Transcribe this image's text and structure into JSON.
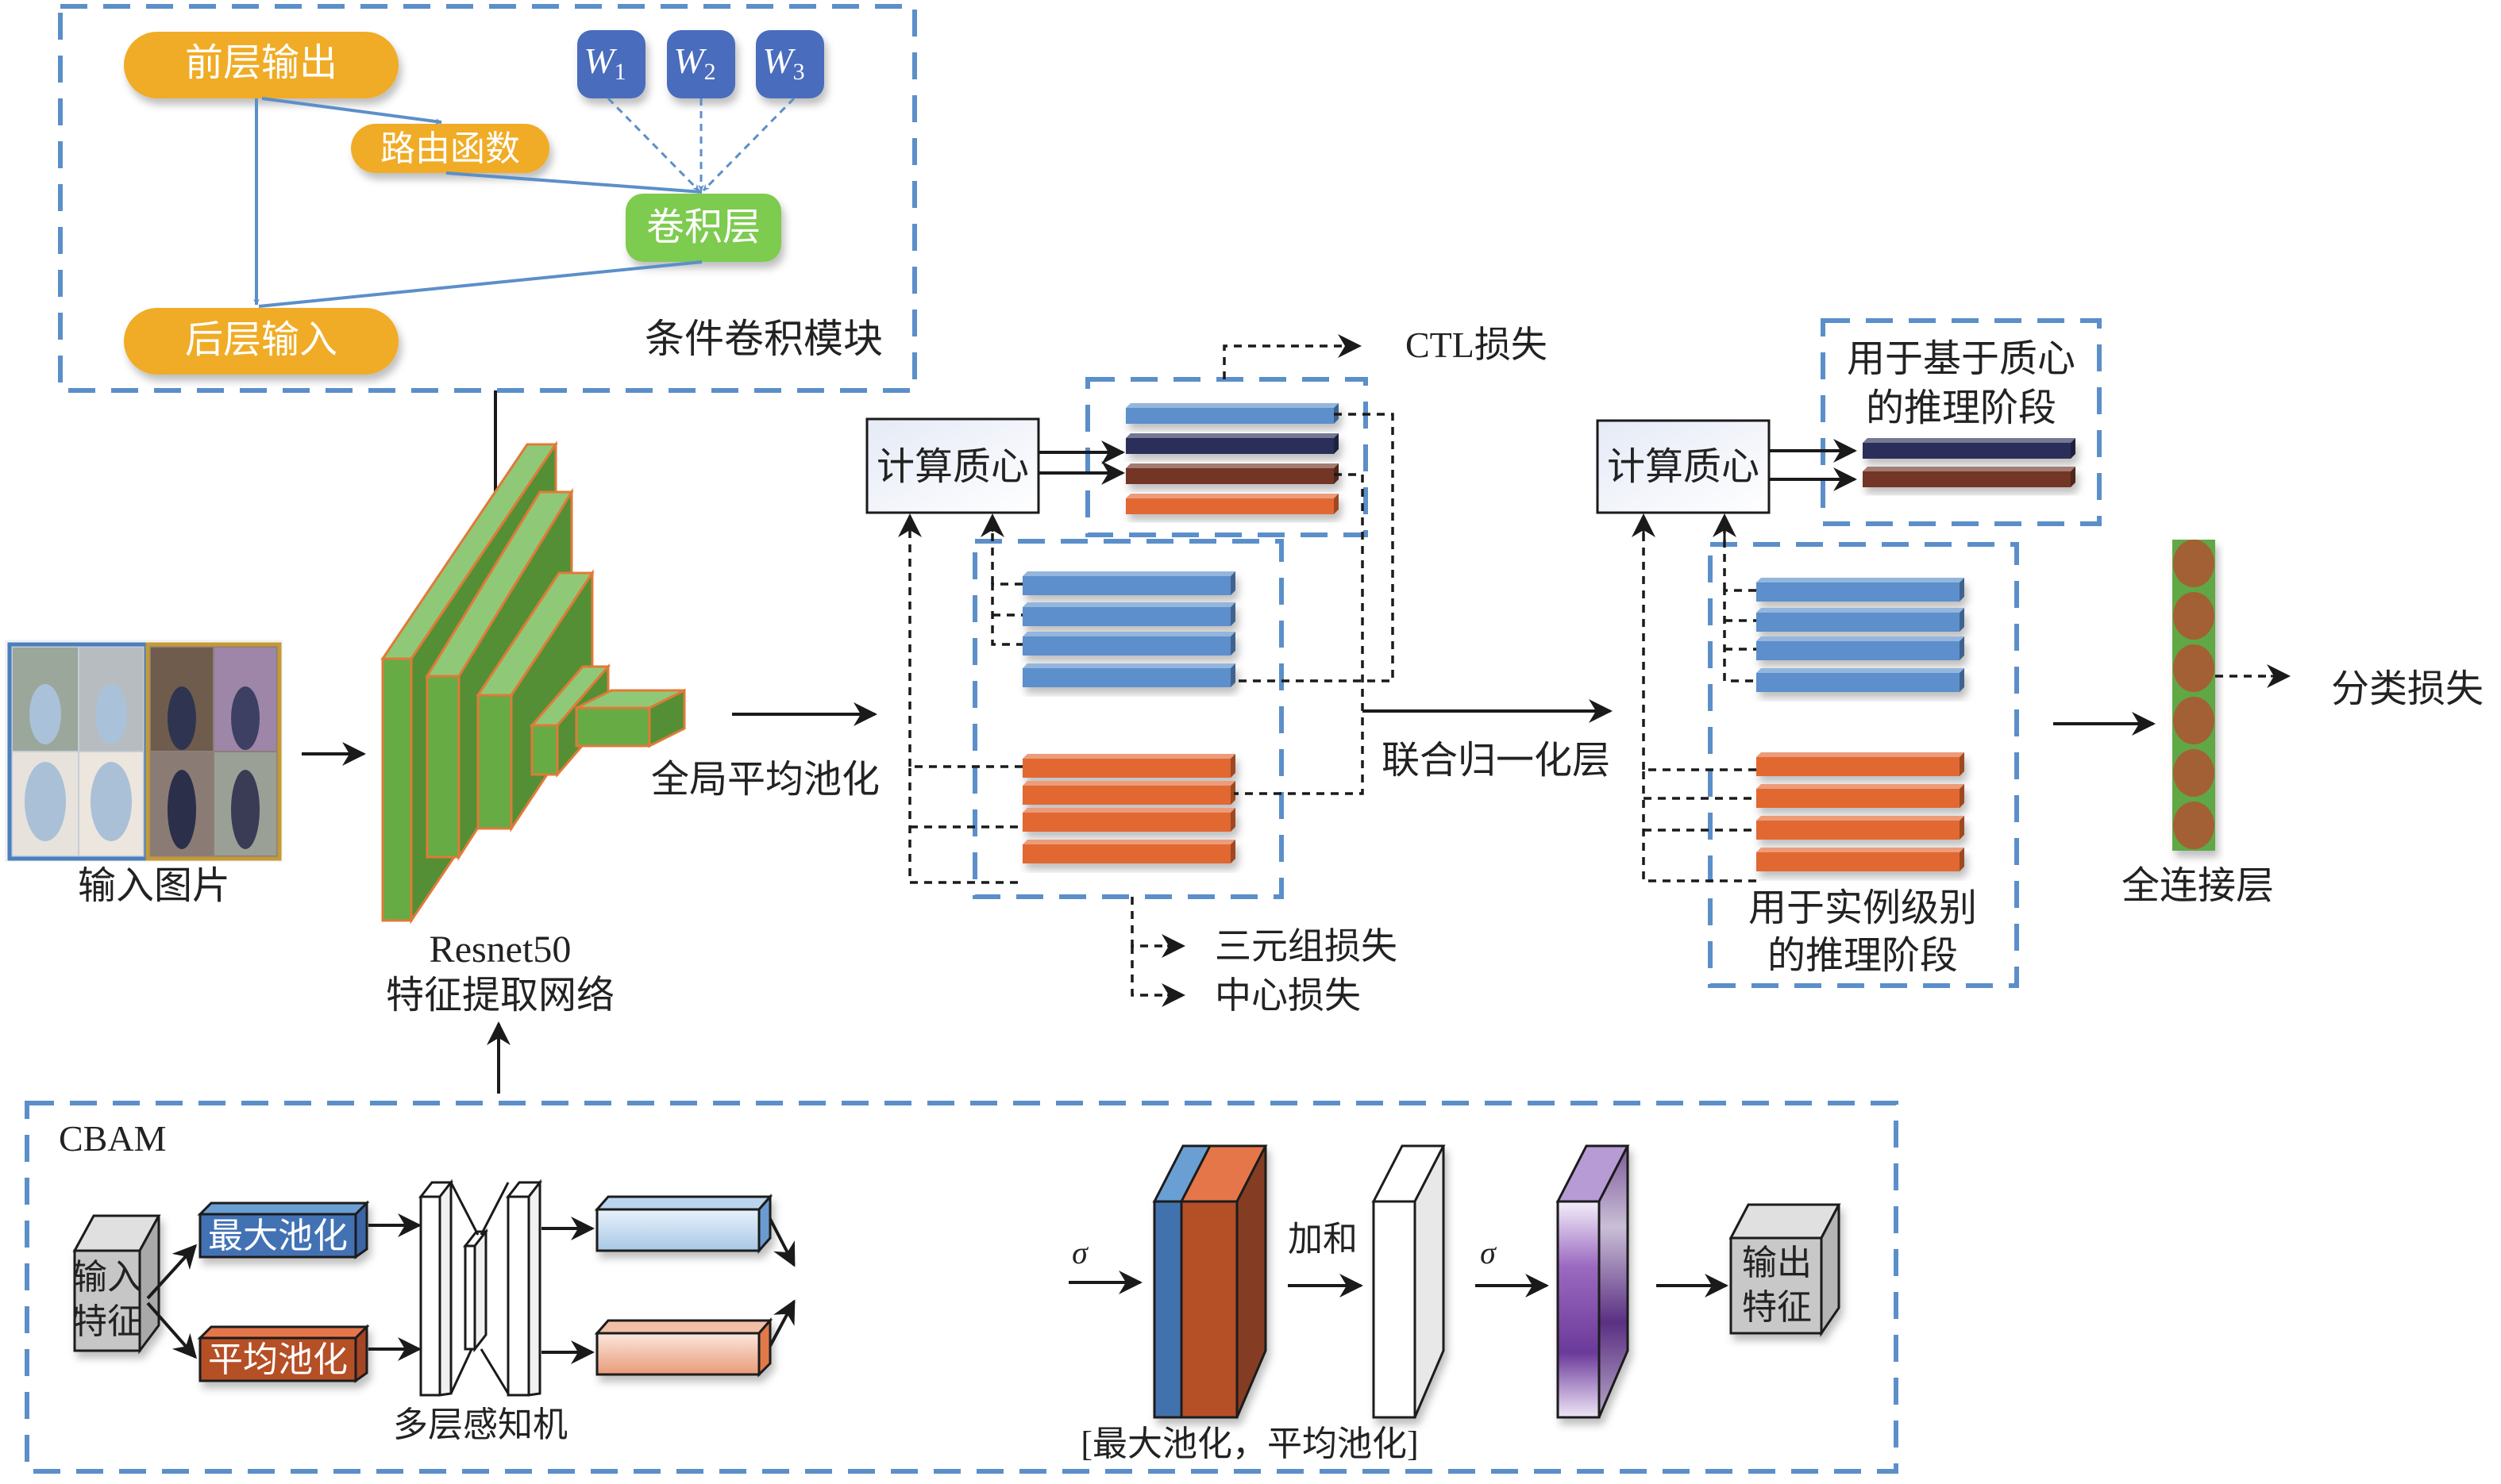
{
  "colors": {
    "module_border": "#5b8fc9",
    "orange_node": "#f0ac25",
    "green_node": "#7dcb50",
    "weight_node": "#4a6cbd",
    "feature_blue": "#5b8fcb",
    "feature_orange": "#e26733",
    "centroid_navy": "#2b2f59",
    "centroid_brown": "#733525",
    "resnet_green": "#67ab45",
    "fc_node": "#a36034"
  },
  "cond_conv": {
    "title": "条件卷积模块",
    "prev_output": "前层输出",
    "routing_fn": "路由函数",
    "conv_layer": "卷积层",
    "next_input": "后层输入",
    "weights": [
      {
        "base": "W",
        "sub": "1"
      },
      {
        "base": "W",
        "sub": "2"
      },
      {
        "base": "W",
        "sub": "3"
      }
    ]
  },
  "input": {
    "label": "输入图片"
  },
  "backbone": {
    "name": "Resnet50",
    "label": "特征提取网络"
  },
  "gap": {
    "label": "全局平均池化"
  },
  "centroid1": {
    "compute_label": "计算质心",
    "ctl_loss": "CTL损失",
    "triplet_loss": "三元组损失",
    "center_loss": "中心损失"
  },
  "joint_norm": {
    "label": "联合归一化层"
  },
  "centroid2": {
    "compute_label": "计算质心",
    "centroid_stage": [
      "用于基于质心",
      "的推理阶段"
    ],
    "instance_stage": [
      "用于实例级别",
      "的推理阶段"
    ]
  },
  "fc": {
    "label": "全连接层",
    "loss": "分类损失",
    "nodes": 6
  },
  "cbam": {
    "title": "CBAM",
    "input_feat": [
      "输入",
      "特征"
    ],
    "max_pool": "最大池化",
    "avg_pool": "平均池化",
    "mlp": "多层感知机",
    "sigma1": "σ",
    "sum": "加和",
    "sigma2": "σ",
    "concat_label": "[最大池化，平均池化]",
    "output_feat": [
      "输出",
      "特征"
    ]
  }
}
